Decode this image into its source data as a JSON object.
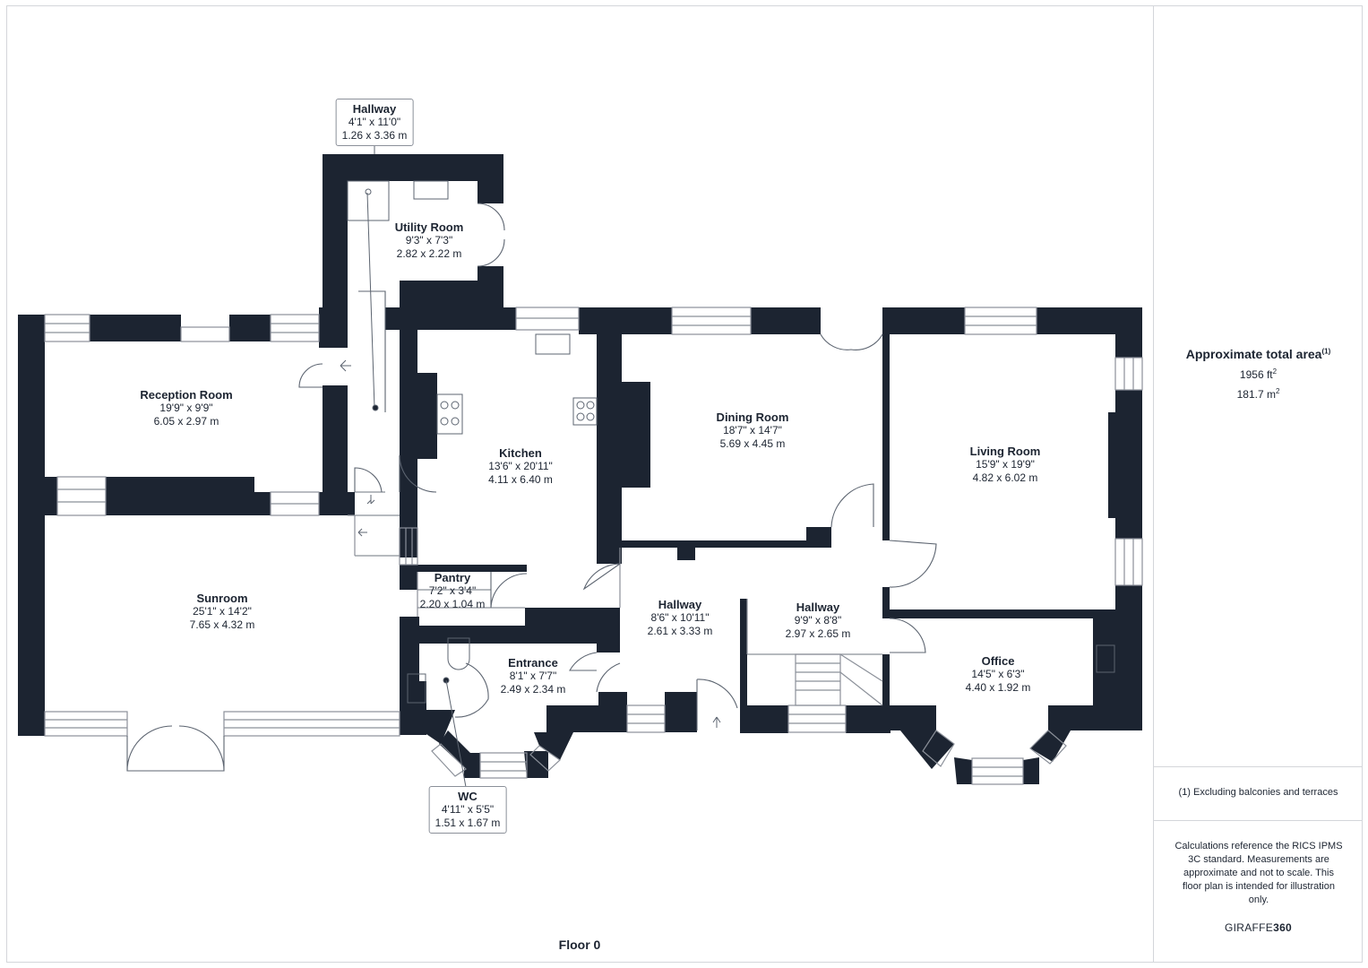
{
  "rooms": {
    "hallway_top": {
      "name": "Hallway",
      "imperial": "4'1\" x 11'0\"",
      "metric": "1.26 x 3.36 m"
    },
    "utility": {
      "name": "Utility Room",
      "imperial": "9'3\" x 7'3\"",
      "metric": "2.82 x 2.22 m"
    },
    "reception": {
      "name": "Reception Room",
      "imperial": "19'9\" x 9'9\"",
      "metric": "6.05 x 2.97 m"
    },
    "kitchen": {
      "name": "Kitchen",
      "imperial": "13'6\" x 20'11\"",
      "metric": "4.11 x 6.40 m"
    },
    "dining": {
      "name": "Dining Room",
      "imperial": "18'7\" x 14'7\"",
      "metric": "5.69 x 4.45 m"
    },
    "living": {
      "name": "Living Room",
      "imperial": "15'9\" x 19'9\"",
      "metric": "4.82 x 6.02 m"
    },
    "sunroom": {
      "name": "Sunroom",
      "imperial": "25'1\" x 14'2\"",
      "metric": "7.65 x 4.32 m"
    },
    "pantry": {
      "name": "Pantry",
      "imperial": "7'2\" x 3'4\"",
      "metric": "2.20 x 1.04 m"
    },
    "hallway_mid": {
      "name": "Hallway",
      "imperial": "8'6\" x 10'11\"",
      "metric": "2.61 x 3.33 m"
    },
    "hallway_right": {
      "name": "Hallway",
      "imperial": "9'9\" x 8'8\"",
      "metric": "2.97 x 2.65 m"
    },
    "entrance": {
      "name": "Entrance",
      "imperial": "8'1\" x 7'7\"",
      "metric": "2.49 x 2.34 m"
    },
    "office": {
      "name": "Office",
      "imperial": "14'5\" x 6'3\"",
      "metric": "4.40 x 1.92 m"
    },
    "wc": {
      "name": "WC",
      "imperial": "4'11\" x 5'5\"",
      "metric": "1.51 x 1.67 m"
    }
  },
  "floor_label": "Floor 0",
  "sidebar": {
    "area_title": "Approximate total area",
    "area_note_marker": "(1)",
    "area_ft": "1956 ft",
    "area_ft_unit": "2",
    "area_m": "181.7 m",
    "area_m_unit": "2",
    "exclusion_note": "(1) Excluding balconies and terraces",
    "calculation_note": "Calculations reference the RICS IPMS 3C standard. Measurements are approximate and not to scale. This floor plan is intended for illustration only.",
    "brand_prefix": "GIRAFFE",
    "brand_suffix": "360"
  },
  "colors": {
    "wall": "#1c2431",
    "outline": "#8b9099",
    "fixture": "#5c6470"
  }
}
